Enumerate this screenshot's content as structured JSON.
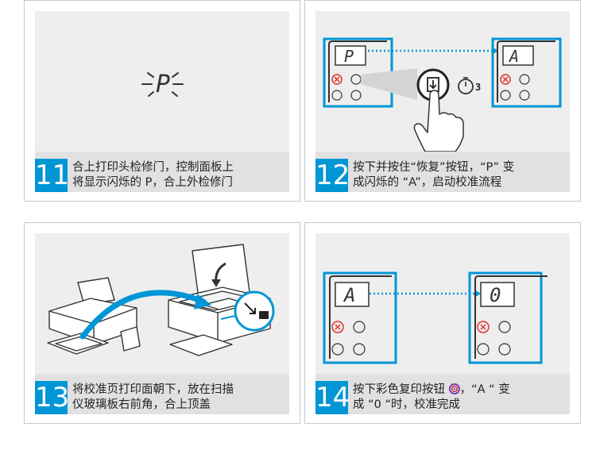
{
  "colors": {
    "accent": "#0096d6",
    "panel_bg": "#eeeeee",
    "caption_bg": "#e1e1e1",
    "cancel_red": "#e2322c"
  },
  "steps": [
    {
      "number": "11",
      "line1": "合上打印头检修门，控制面板上",
      "line2": "将显示闪烁的 P，合上外检修门",
      "display": "P"
    },
    {
      "number": "12",
      "line1": "按下并按住“恢复”按钮，“P” 变",
      "line2": "成闪烁的 “A”，启动校准流程",
      "display_from": "P",
      "display_to": "A",
      "timer": "3"
    },
    {
      "number": "13",
      "line1": "将校准页打印面朝下，放在扫描",
      "line2": "仪玻璃板右前角，合上顶盖"
    },
    {
      "number": "14",
      "line1": "按下彩色复印按钮",
      "line2": "成 “0 “时，校准完成",
      "line1_after": "，“A “ 变",
      "display_from": "A",
      "display_to": "0"
    }
  ]
}
